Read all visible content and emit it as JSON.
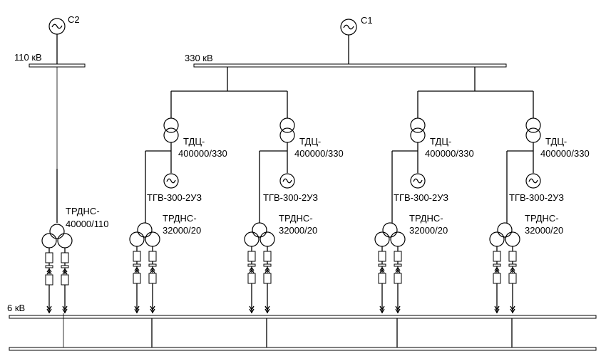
{
  "sources": {
    "c2": "С2",
    "c1": "С1"
  },
  "buses": {
    "hv_110": "110 кВ",
    "hv_330": "330 кВ",
    "lv_6": "6 кВ"
  },
  "units": [
    {
      "id": "u1",
      "step_up_l1": "ТДЦ-",
      "step_up_l2": "400000/330",
      "generator": "ТГВ-300-2УЗ",
      "aux_l1": "ТРДНС-",
      "aux_l2": "32000/20"
    },
    {
      "id": "u2",
      "step_up_l1": "ТДЦ-",
      "step_up_l2": "400000/330",
      "generator": "ТГВ-300-2УЗ",
      "aux_l1": "ТРДНС-",
      "aux_l2": "32000/20"
    },
    {
      "id": "u3",
      "step_up_l1": "ТДЦ-",
      "step_up_l2": "400000/330",
      "generator": "ТГВ-300-2УЗ",
      "aux_l1": "ТРДНС-",
      "aux_l2": "32000/20"
    },
    {
      "id": "u4",
      "step_up_l1": "ТДЦ-",
      "step_up_l2": "400000/330",
      "generator": "ТГВ-300-2УЗ",
      "aux_l1": "ТРДНС-",
      "aux_l2": "32000/20"
    }
  ],
  "reserve": {
    "aux_l1": "ТРДНС-",
    "aux_l2": "40000/110"
  }
}
